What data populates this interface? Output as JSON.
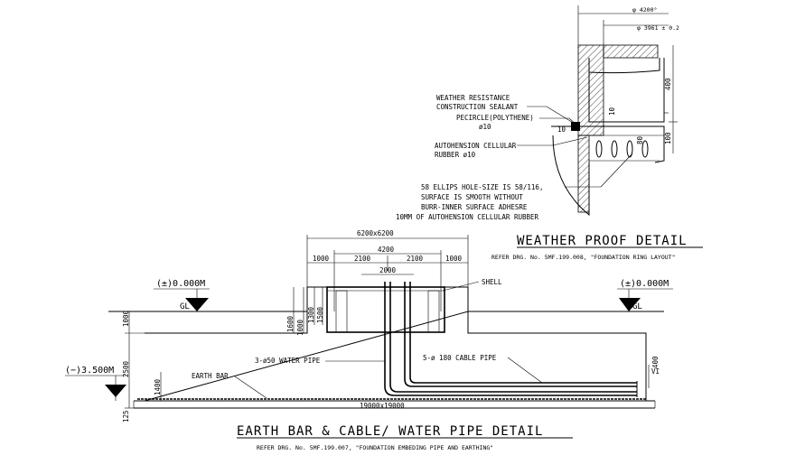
{
  "weather_proof": {
    "title": "WEATHER PROOF DETAIL",
    "refer": "REFER DRG. No. 5MF.199.008, \"FOUNDATION RING LAYOUT\"",
    "dim_diameter": "φ 4200°",
    "dim_inner": "φ 3961 ± 0.2",
    "dim_height": "400",
    "dim_100": "100",
    "dim_80": "80",
    "dim_10a": "10",
    "dim_10b": "10",
    "callout_sealant_1": "WEATHER RESISTANCE",
    "callout_sealant_2": "CONSTRUCTION SEALANT",
    "callout_pe_1": "PECIRCLE(POLYTHENE)",
    "callout_pe_2": "ø10",
    "callout_rubber_1": "AUTOHENSION CELLULAR",
    "callout_rubber_2": "RUBBER ø10",
    "note_1": "58 ELLIPS HOLE-SIZE IS 58/116,",
    "note_2": "SURFACE IS SMOOTH WITHOUT",
    "note_3": "BURR-INNER SURFACE ADHESRE",
    "note_4": "10MM OF AUTOHENSION CELLULAR RUBBER"
  },
  "earth_bar": {
    "title": "EARTH BAR & CABLE/ WATER PIPE DETAIL",
    "refer": "REFER DRG. No. 5MF.199.007, \"FOUNDATION EMBEDING PIPE AND EARTHING\"",
    "dim_top": "6200x6200",
    "dim_4200": "4200",
    "dim_1000_left": "1000",
    "dim_2100_left": "2100",
    "dim_2100_right": "2100",
    "dim_1000_right": "1000",
    "dim_2000": "2000",
    "dim_1600": "1600",
    "dim_1000v": "1000",
    "dim_1300": "1300",
    "dim_1500": "1500",
    "dim_1000_side": "1000",
    "dim_2500": "2500",
    "dim_1400": "1400",
    "dim_125": "125",
    "dim_400": "400",
    "dim_base": "19000x19000",
    "level_left": "(±)0.000M",
    "level_right": "(±)0.000M",
    "level_low": "(−)3.500M",
    "gl_left": "GL",
    "gl_right": "GL",
    "label_shell": "SHELL",
    "label_water_pipe": "3-ø50 WATER PIPE",
    "label_cable_pipe": "5-ø 180 CABLE PIPE",
    "label_earth_bar": "EARTH BAR"
  }
}
